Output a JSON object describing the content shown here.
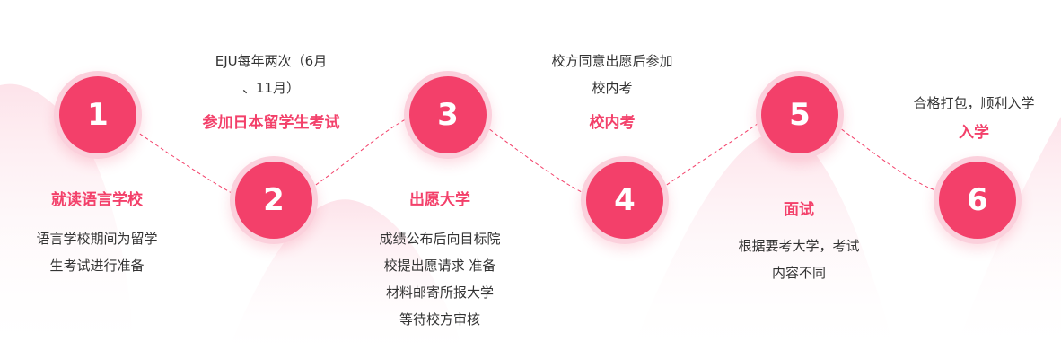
{
  "colors": {
    "accent": "#f3406a",
    "ring": "#fbd0dc",
    "text": "#333333",
    "background": "#ffffff"
  },
  "steps": [
    {
      "number": "1",
      "title": "就读语言学校",
      "desc_lines": [
        "语言学校期间为留学",
        "生考试进行准备"
      ]
    },
    {
      "number": "2",
      "title": "参加日本留学生考试",
      "desc_lines": [
        "EJU每年两次（6月",
        "、11月）"
      ]
    },
    {
      "number": "3",
      "title": "出愿大学",
      "desc_lines": [
        "成绩公布后向目标院",
        "校提出愿请求 准备",
        "材料邮寄所报大学",
        "等待校方审核"
      ]
    },
    {
      "number": "4",
      "title": "校内考",
      "desc_lines": [
        "校方同意出愿后参加",
        "校内考"
      ]
    },
    {
      "number": "5",
      "title": "面试",
      "desc_lines": [
        "根据要考大学，考试",
        "内容不同"
      ]
    },
    {
      "number": "6",
      "title": "入学",
      "desc_lines": [
        "合格打包，顺利入学"
      ]
    }
  ]
}
